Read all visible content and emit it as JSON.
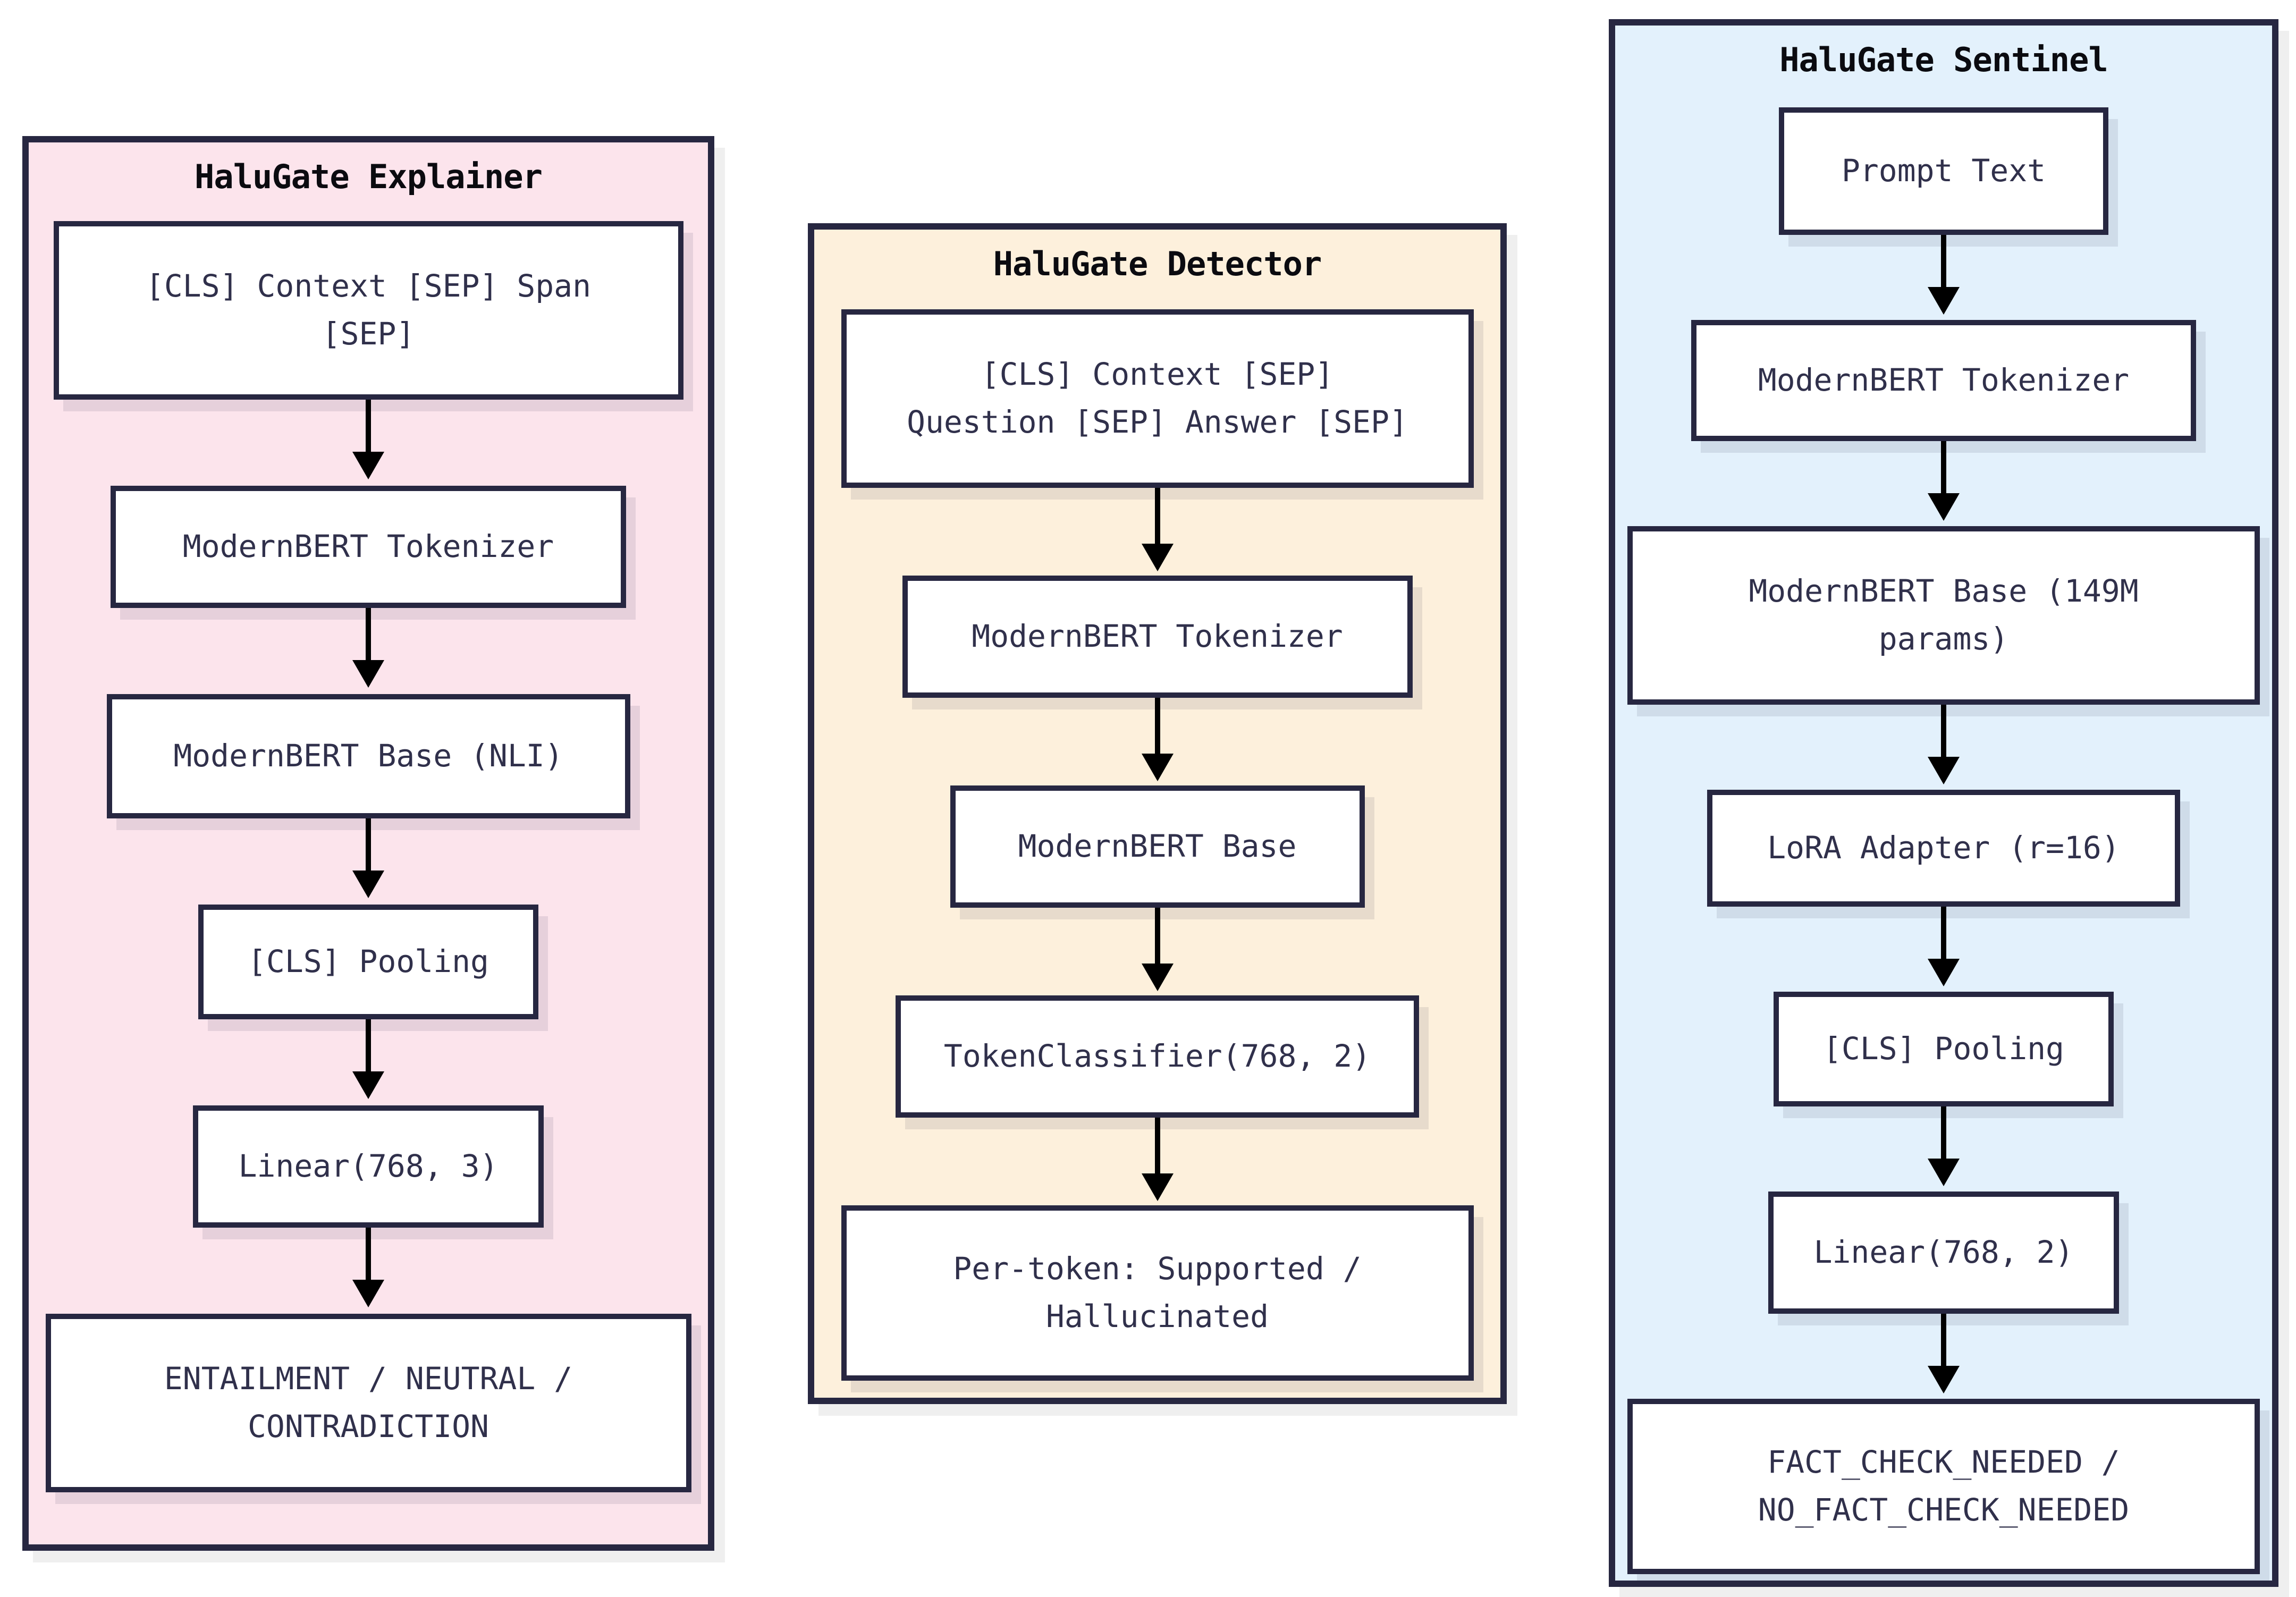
{
  "page": {
    "background": "#ffffff"
  },
  "colors": {
    "panel_border": "#272741",
    "box_border": "#272741",
    "box_background": "#ffffff",
    "box_text": "#30304b",
    "title_text": "#0b0b10",
    "arrow": "#000000",
    "panel_shadow": "#efefef",
    "explainer_background": "#fce4ec",
    "detector_background": "#fdf0dc",
    "sentinel_background": "#e3f1fc"
  },
  "columns": [
    {
      "id": "explainer",
      "title": "HaluGate Explainer",
      "boxes": [
        "[CLS] Context [SEP] Span [SEP]",
        "ModernBERT Tokenizer",
        "ModernBERT Base (NLI)",
        "[CLS] Pooling",
        "Linear(768, 3)",
        "ENTAILMENT / NEUTRAL / CONTRADICTION"
      ]
    },
    {
      "id": "detector",
      "title": "HaluGate Detector",
      "boxes": [
        "[CLS] Context [SEP] Question [SEP] Answer [SEP]",
        "ModernBERT Tokenizer",
        "ModernBERT Base",
        "TokenClassifier(768, 2)",
        "Per-token: Supported / Hallucinated"
      ]
    },
    {
      "id": "sentinel",
      "title": "HaluGate Sentinel",
      "boxes": [
        "Prompt Text",
        "ModernBERT Tokenizer",
        "ModernBERT Base (149M params)",
        "LoRA Adapter (r=16)",
        "[CLS] Pooling",
        "Linear(768, 2)",
        "FACT_CHECK_NEEDED / NO_FACT_CHECK_NEEDED"
      ]
    }
  ]
}
